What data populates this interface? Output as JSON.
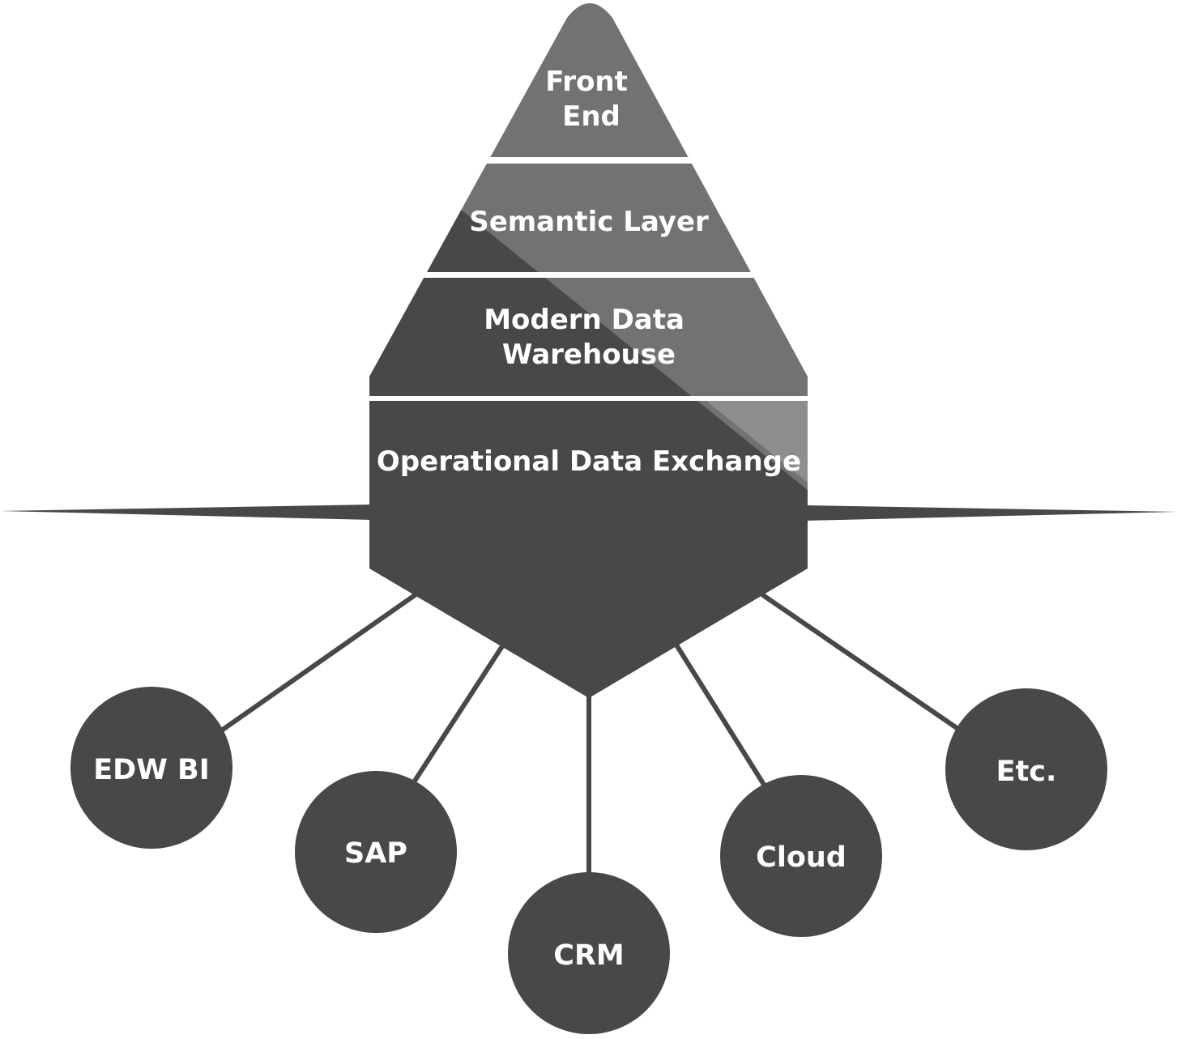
{
  "colors": {
    "light_gray": "#727274",
    "dark_gray": "#48484a",
    "highlight_gray": "#8e8e8e",
    "separator": "#ffffff",
    "text": "#ffffff"
  },
  "pyramid": {
    "layers": [
      {
        "id": "front-end",
        "lines": [
          "Front",
          "End"
        ]
      },
      {
        "id": "semantic-layer",
        "lines": [
          "Semantic Layer"
        ]
      },
      {
        "id": "modern-data-warehouse",
        "lines": [
          "Modern Data",
          "Warehouse"
        ]
      },
      {
        "id": "operational-data-exchange",
        "lines": [
          "Operational Data Exchange"
        ]
      }
    ]
  },
  "sources": [
    {
      "id": "edw-bi",
      "label": "EDW BI"
    },
    {
      "id": "sap",
      "label": "SAP"
    },
    {
      "id": "crm",
      "label": "CRM"
    },
    {
      "id": "cloud",
      "label": "Cloud"
    },
    {
      "id": "etc",
      "label": "Etc."
    }
  ]
}
